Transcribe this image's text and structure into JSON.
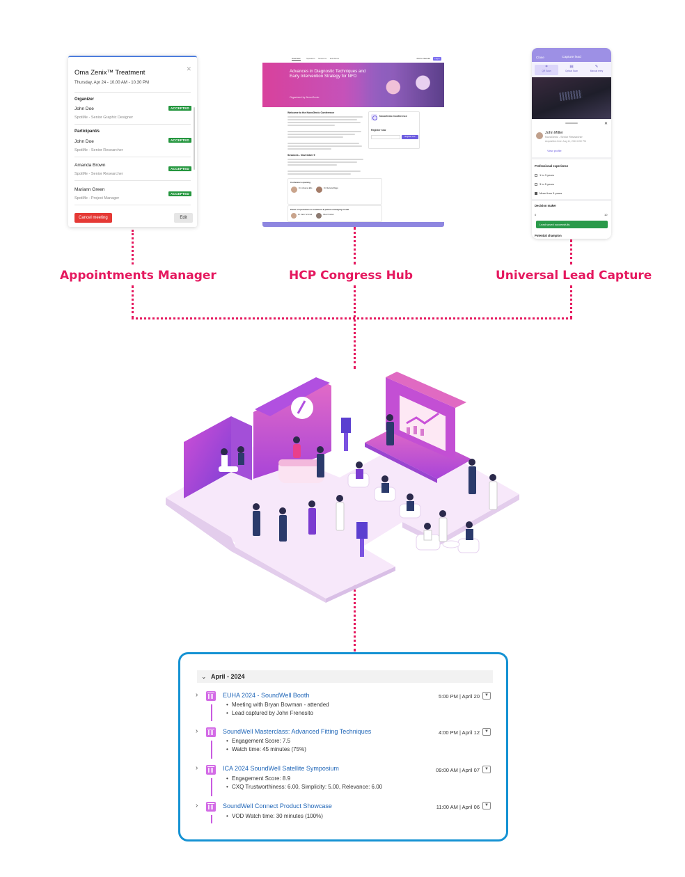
{
  "labels": {
    "appointments": "Appointments Manager",
    "hcp": "HCP Congress Hub",
    "lead": "Universal Lead Capture"
  },
  "appointment_card": {
    "title": "Oma Zenix™ Treatment",
    "datetime": "Thursday, Apr 24 - 10.00 AM - 10.30 PM",
    "organizer_heading": "Organizer",
    "participants_heading": "Participant/s",
    "organizer": {
      "name": "John Doe",
      "role": "SpotMe  -  Senior Graphic Designer",
      "status": "ACCEPTED"
    },
    "participants": [
      {
        "name": "John Doe",
        "role": "SpotMe  -  Senior Researcher",
        "status": "ACCEPTED"
      },
      {
        "name": "Amanda Brown",
        "role": "SpotMe  -  Senior Researcher",
        "status": "ACCEPTED"
      },
      {
        "name": "Mariann Green",
        "role": "SpotMe  -  Project Manager",
        "status": "ACCEPTED"
      }
    ],
    "cancel_label": "Cancel meeting",
    "edit_label": "Edit",
    "status_color": "#24963e",
    "cancel_color": "#e53935"
  },
  "hcp_page": {
    "tabs": [
      "Overview",
      "Speakers",
      "Sessions",
      "Exhibitors"
    ],
    "add_to_calendar": "Add to calendar",
    "login": "Log in",
    "hero_title": "Advances in Diagnostic Techniques and Early Intervention Strategy for NFD",
    "hero_org": "Organized by NovoGenic",
    "welcome": "Welcome to the NovoGenic Conference",
    "sessions_heading": "Sessions - November 9",
    "sidebar_name": "NovoGenic Conference",
    "register_heading": "Register now",
    "register_button": "Register now",
    "speakers_heading": "Conference opening",
    "speakers": [
      "Dr. Johanna Ellis",
      "Dr. Marietta Biggs"
    ],
    "panel_heading": "Panel of specialists in treatment & patient managing model",
    "panel_speakers": [
      "Dr. Karin Schmidt",
      "Oliver Forster"
    ]
  },
  "lead_capture": {
    "close_label": "Close",
    "title": "Capture lead",
    "modes": [
      {
        "icon": "qr-icon",
        "label": "QR Scan"
      },
      {
        "icon": "text-scan-icon",
        "label": "Optical Scan"
      },
      {
        "icon": "pencil-icon",
        "label": "Manual entry"
      }
    ],
    "contact_name": "John Miller",
    "contact_role": "NovoGenic  -  Senior Researcher",
    "acquisition": "Acquisition time: Aug 11, 2024 8:50 PM",
    "view_profile": "View profile",
    "question1": "Professional experience",
    "options": [
      {
        "label": "1 to 3 years",
        "checked": false
      },
      {
        "label": "3 to 5 years",
        "checked": false
      },
      {
        "label": "More than 5 years",
        "checked": true
      }
    ],
    "question2": "Decision maker",
    "scale_min": "0",
    "scale_max": "10",
    "toast": "Lead saved successfully",
    "question3": "Potential champion",
    "brand_color": "#9d90e5"
  },
  "timeline": {
    "group_label": "April - 2024",
    "items": [
      {
        "title": "EUHA 2024 - SoundWell Booth",
        "time": "5:00 PM | April 20",
        "details": [
          "Meeting with Bryan Bowman - attended",
          "Lead captured by John Frenesito"
        ]
      },
      {
        "title": "SoundWell Masterclass: Advanced Fitting Techniques",
        "time": "4:00 PM | April 12",
        "details": [
          "Engagement Score: 7.5",
          "Watch time: 45 minutes (75%)"
        ]
      },
      {
        "title": "ICA 2024 SoundWell Satellite Symposium",
        "time": "09:00 AM | April 07",
        "details": [
          "Engagement Score: 8.9",
          "CXQ Trustworthiness: 6.00, Simplicity: 5.00, Relevance: 6.00"
        ]
      },
      {
        "title": "SoundWell Connect Product Showcase",
        "time": "11:00 AM | April 06",
        "details": [
          "VOD Watch time: 30 minutes (100%)"
        ]
      }
    ],
    "border_color": "#1592d3",
    "accent_color": "#d36be6"
  },
  "accent_color": "#e5195f"
}
